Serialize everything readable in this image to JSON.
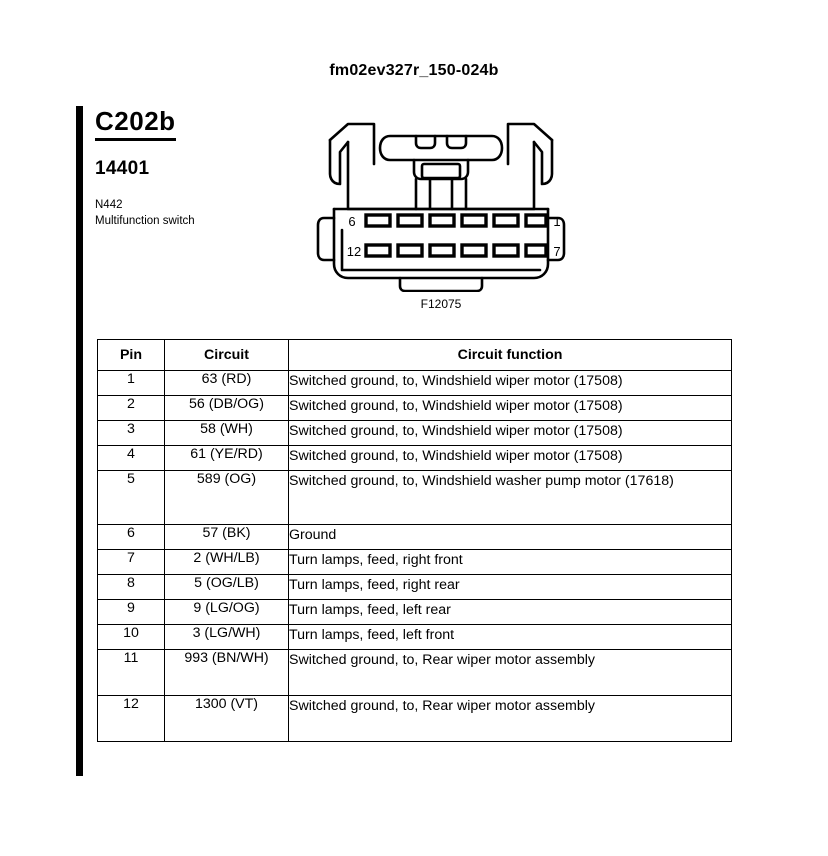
{
  "document": {
    "title": "fm02ev327r_150-024b"
  },
  "header": {
    "connector_id": "C202b",
    "part_number": "14401",
    "component_code": "N442",
    "component_name": "Multifunction switch"
  },
  "connector": {
    "code": "F12075",
    "top_row_left_label": "6",
    "top_row_right_label": "1",
    "bottom_row_left_label": "12",
    "bottom_row_right_label": "7",
    "cavities_per_row": 6
  },
  "table": {
    "columns": [
      "Pin",
      "Circuit",
      "Circuit function"
    ],
    "rows": [
      {
        "pin": "1",
        "circuit": "63 (RD)",
        "function": "Switched ground, to, Windshield wiper motor (17508)",
        "height": "normal"
      },
      {
        "pin": "2",
        "circuit": "56 (DB/OG)",
        "function": "Switched ground, to, Windshield wiper motor (17508)",
        "height": "normal"
      },
      {
        "pin": "3",
        "circuit": "58 (WH)",
        "function": "Switched ground, to, Windshield wiper motor (17508)",
        "height": "normal"
      },
      {
        "pin": "4",
        "circuit": "61 (YE/RD)",
        "function": "Switched ground, to, Windshield wiper motor (17508)",
        "height": "normal"
      },
      {
        "pin": "5",
        "circuit": "589 (OG)",
        "function": "Switched ground, to, Windshield washer pump motor (17618)",
        "height": "double"
      },
      {
        "pin": "6",
        "circuit": "57 (BK)",
        "function": "Ground",
        "height": "normal"
      },
      {
        "pin": "7",
        "circuit": "2 (WH/LB)",
        "function": "Turn lamps, feed, right front",
        "height": "normal"
      },
      {
        "pin": "8",
        "circuit": "5 (OG/LB)",
        "function": "Turn lamps, feed, right rear",
        "height": "normal"
      },
      {
        "pin": "9",
        "circuit": "9 (LG/OG)",
        "function": "Turn lamps, feed, left rear",
        "height": "normal"
      },
      {
        "pin": "10",
        "circuit": "3 (LG/WH)",
        "function": "Turn lamps, feed, left front",
        "height": "normal"
      },
      {
        "pin": "11",
        "circuit": "993 (BN/WH)",
        "function": "Switched ground, to, Rear wiper motor assembly",
        "height": "tall"
      },
      {
        "pin": "12",
        "circuit": "1300 (VT)",
        "function": "Switched ground, to, Rear wiper motor assembly",
        "height": "tall"
      }
    ]
  },
  "colors": {
    "ink": "#000000",
    "paper": "#ffffff"
  }
}
